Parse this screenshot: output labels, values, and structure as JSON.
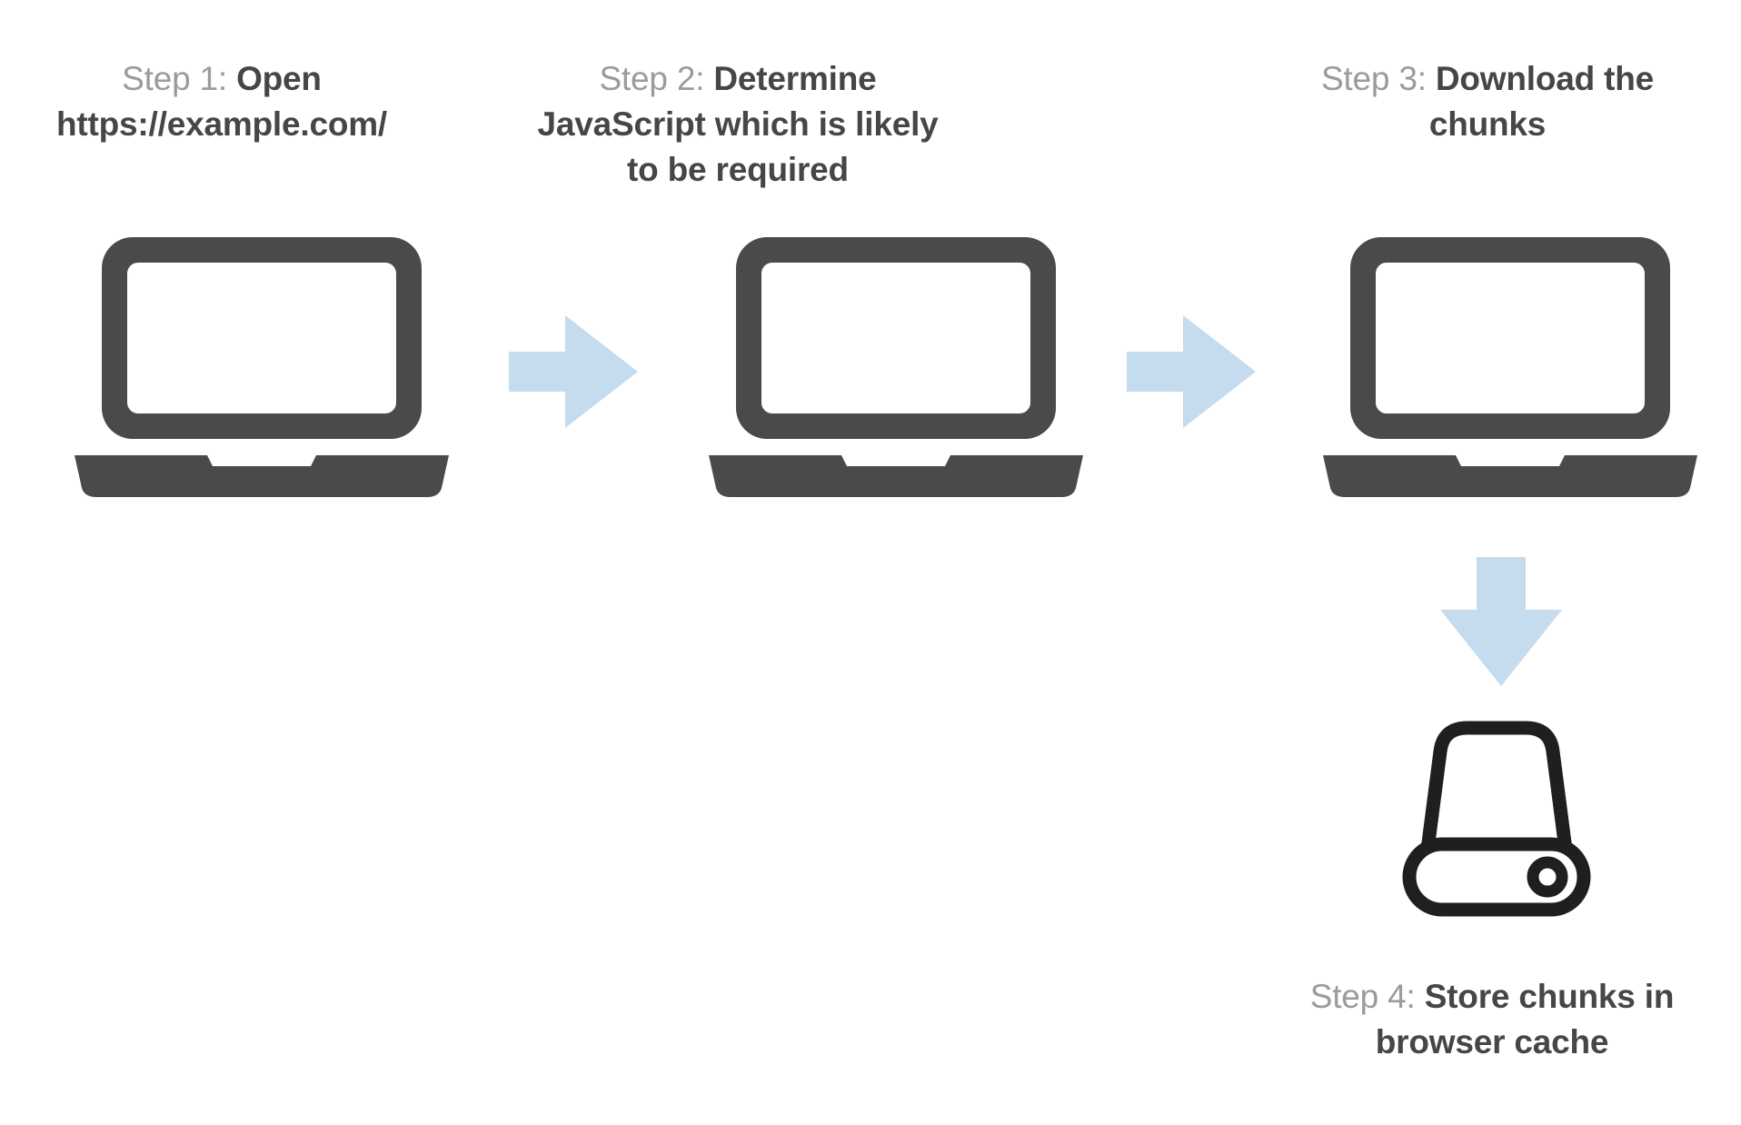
{
  "diagram": {
    "title_visible": false,
    "background_color": "#ffffff",
    "colors": {
      "step_label_gray": "#9b9b9b",
      "step_text_dark": "#464646",
      "laptop_dark": "#4a4a4a",
      "laptop_screen_fill": "#ffffff",
      "arrow_light_blue": "#c5dbee",
      "drive_stroke": "#1f1f1f"
    },
    "steps": [
      {
        "id": "step-1",
        "label": "Step 1: ",
        "text": "Open https://example.com/",
        "icon": "laptop-icon"
      },
      {
        "id": "step-2",
        "label": "Step 2: ",
        "text": "Determine JavaScript which is likely to be required",
        "icon": "laptop-icon"
      },
      {
        "id": "step-3",
        "label": "Step 3: ",
        "text": "Download the chunks",
        "icon": "laptop-icon"
      },
      {
        "id": "step-4",
        "label": "Step 4: ",
        "text": "Store chunks in browser cache",
        "icon": "hard-drive-icon"
      }
    ],
    "connectors": [
      {
        "id": "arrow-1",
        "direction": "right",
        "from": "step-1",
        "to": "step-2"
      },
      {
        "id": "arrow-2",
        "direction": "right",
        "from": "step-2",
        "to": "step-3"
      },
      {
        "id": "arrow-3",
        "direction": "down",
        "from": "step-3",
        "to": "step-4"
      }
    ]
  }
}
